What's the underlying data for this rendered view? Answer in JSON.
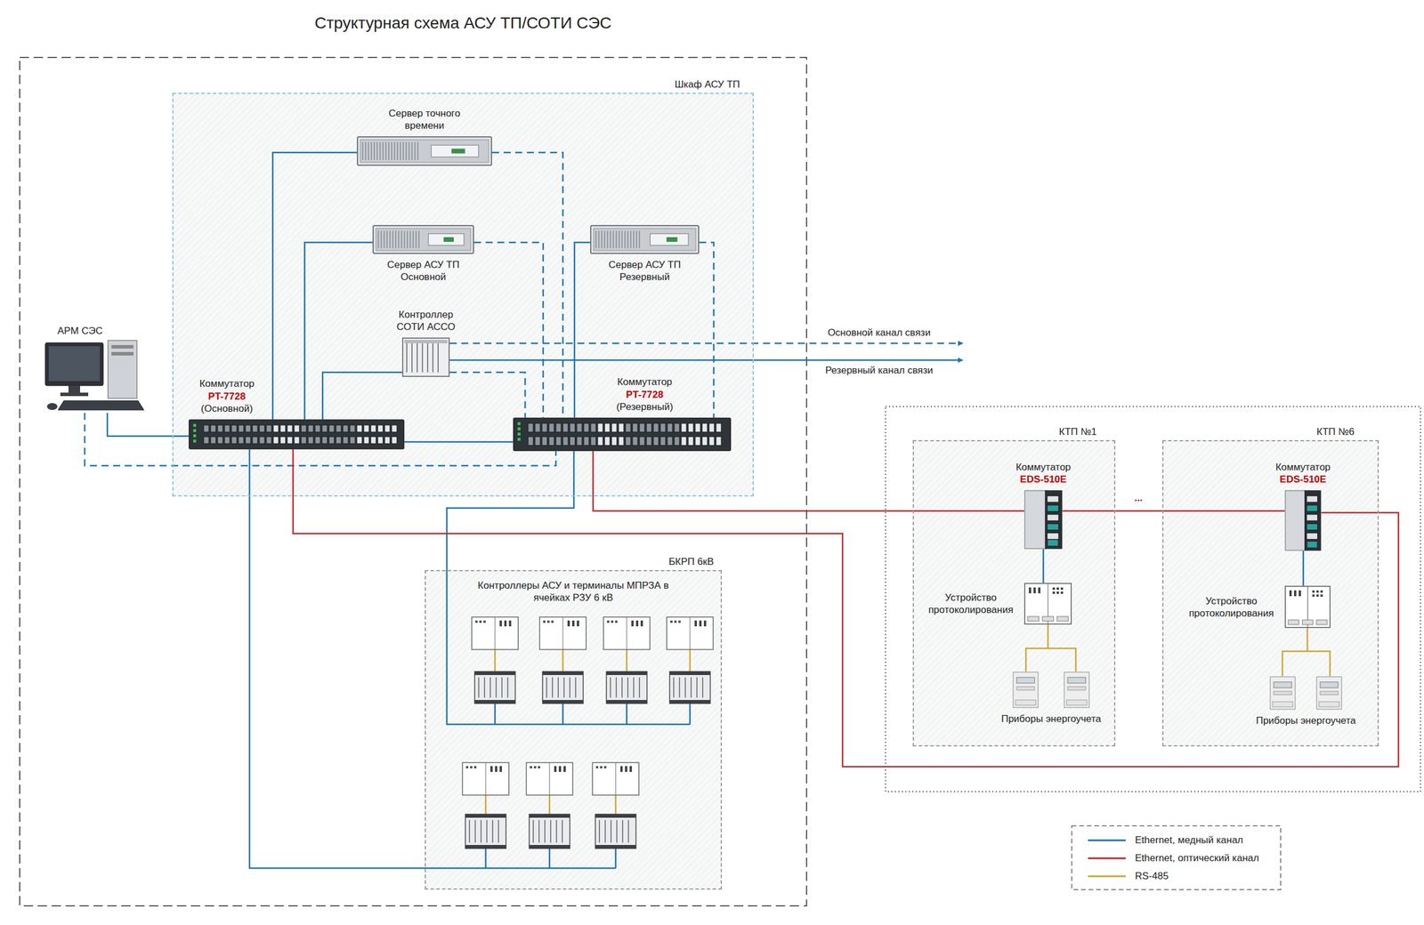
{
  "diagram": {
    "title": "Структурная схема АСУ ТП/СОТИ СЭС",
    "nodes": [
      {
        "text": [
          "Шкаф АСУ ТП"
        ]
      },
      {
        "text": [
          "Сервер точного времени"
        ],
        "in": 0
      },
      {
        "text": [
          "Сервер АСУ ТП Основной"
        ],
        "in": 0
      },
      {
        "text": [
          "Сервер АСУ ТП Резервный"
        ],
        "in": 0
      },
      {
        "text": [
          "Контроллер СОТИ АССО"
        ],
        "in": 0
      },
      {
        "text": [
          "Коммутатор",
          "PT-7728",
          "(Основной)"
        ],
        "in": 0
      },
      {
        "text": [
          "Коммутатор",
          "PT-7728",
          "(Резервный)"
        ],
        "in": 0
      },
      {
        "text": [
          "АРМ СЭС"
        ]
      },
      {
        "text": [
          "БКРП 6кВ",
          "Контроллеры АСУ и терминалы МПРЗА в ячейках РЗУ 6 кВ"
        ]
      },
      {
        "text": [
          "КТП №1"
        ]
      },
      {
        "text": [
          "Коммутатор",
          "EDS-510E"
        ],
        "in": 9
      },
      {
        "text": [
          "Устройство протоколирования"
        ],
        "in": 9
      },
      {
        "text": [
          "Приборы энергоучета"
        ],
        "in": 9
      },
      {
        "text": [
          "КТП №6"
        ]
      },
      {
        "text": [
          "Коммутатор",
          "EDS-510E"
        ],
        "in": 13
      },
      {
        "text": [
          "Устройство протоколирования"
        ],
        "in": 13
      },
      {
        "text": [
          "Приборы энергоучета"
        ],
        "in": 13
      }
    ],
    "edges": [
      {
        "from": 1,
        "to": 5,
        "arrow": "none"
      },
      {
        "from": 1,
        "to": 6,
        "arrow": "none"
      },
      {
        "from": 2,
        "to": 5,
        "arrow": "none"
      },
      {
        "from": 2,
        "to": 6,
        "arrow": "none"
      },
      {
        "from": 3,
        "to": 6,
        "arrow": "none"
      },
      {
        "from": 3,
        "to": 6,
        "arrow": "none"
      },
      {
        "from": 4,
        "to": 5,
        "arrow": "none"
      },
      {
        "from": 4,
        "to": 6,
        "arrow": "none"
      },
      {
        "from": 5,
        "to": 6,
        "arrow": "none"
      },
      {
        "from": 7,
        "to": 5,
        "arrow": "none"
      },
      {
        "from": 7,
        "to": 6,
        "arrow": "none"
      },
      {
        "from": 5,
        "to": 8,
        "arrow": "none"
      },
      {
        "from": 6,
        "to": 8,
        "arrow": "none"
      },
      {
        "from": 5,
        "to": 14,
        "arrow": "none"
      },
      {
        "from": 6,
        "to": 10,
        "arrow": "none"
      },
      {
        "from": 10,
        "to": 14,
        "label": "...",
        "arrow": "none"
      },
      {
        "from": 10,
        "to": 11,
        "arrow": "none"
      },
      {
        "from": 11,
        "to": 12,
        "arrow": "none"
      },
      {
        "from": 14,
        "to": 15,
        "arrow": "none"
      },
      {
        "from": 15,
        "to": 16,
        "arrow": "none"
      }
    ],
    "labels": [
      "Основной канал связи",
      "Резервный канал связи"
    ],
    "legend": [
      {
        "text": "Ethernet, медный канал"
      },
      {
        "text": "Ethernet, оптический канал"
      },
      {
        "text": "RS-485"
      }
    ]
  }
}
